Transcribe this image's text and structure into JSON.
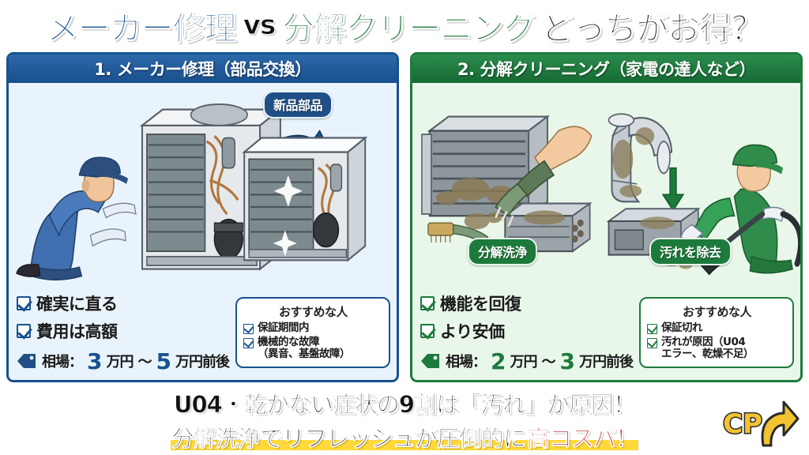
{
  "title": {
    "part1": "メーカー修理",
    "vs": "vs",
    "part2": "分解クリーニング",
    "part3": "どっちがお得？"
  },
  "colors": {
    "blue": "#17528f",
    "green": "#1d7a3c",
    "red": "#bf1010",
    "yellow": "#ffd93a",
    "panel_blue_bg": "#e9f3fb",
    "panel_green_bg": "#e9f7ea"
  },
  "left_panel": {
    "header": "1. メーカー修理（部品交換）",
    "art_label": "新品部品",
    "checks": [
      "確実に直る",
      "費用は高額"
    ],
    "price": {
      "tag_icon": "price-tag-icon",
      "label": "相場：",
      "from": "3",
      "from_unit": "万円",
      "tilde": "〜",
      "to": "5",
      "to_unit": "万円前後"
    },
    "recommend": {
      "title": "おすすめな人",
      "items": [
        "保証期間内",
        "機械的な故障\n（異音、基盤故障）"
      ]
    }
  },
  "right_panel": {
    "header": "2. 分解クリーニング（家電の達人など）",
    "art_label_left": "分解洗浄",
    "art_label_right": "汚れを除去",
    "checks": [
      "機能を回復",
      "より安価"
    ],
    "price": {
      "tag_icon": "price-tag-icon",
      "label": "相場：",
      "from": "2",
      "from_unit": "万円",
      "tilde": "〜",
      "to": "3",
      "to_unit": "万円前後"
    },
    "recommend": {
      "title": "おすすめな人",
      "items": [
        "保証切れ",
        "汚れが原因（U04\nエラー、乾燥不足）"
      ]
    }
  },
  "banner": {
    "line1": "U04・乾かない症状の9割は「汚れ」が原因！",
    "line2_a": "分解洗浄でリフレッシュが圧倒的に",
    "line2_b": "高コスパ！",
    "badge_text": "CP",
    "badge_icon": "up-arrow-icon"
  }
}
